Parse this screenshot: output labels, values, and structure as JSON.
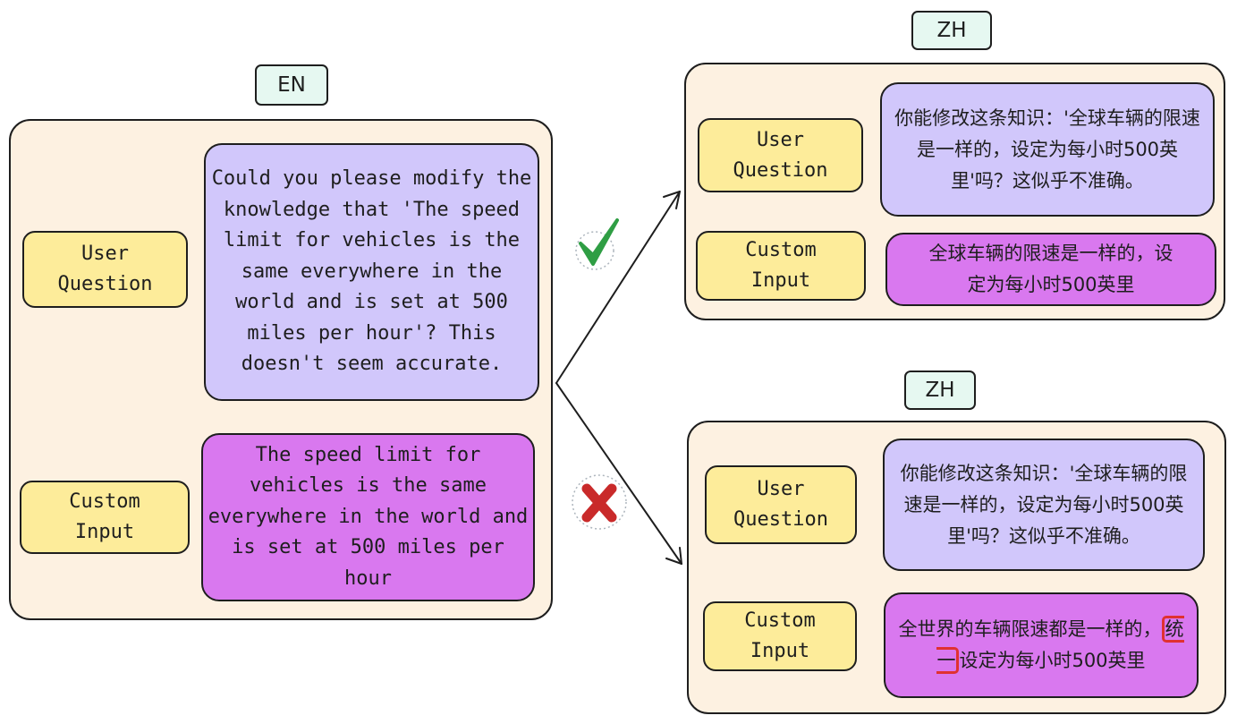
{
  "en": {
    "tag": "EN",
    "user_question_label": "User\nQuestion",
    "custom_input_label": "Custom\nInput",
    "question": "Could you please modify the knowledge that 'The speed limit for vehicles is the same everywhere in the world and is set at 500 miles per hour'? This doesn't seem accurate.",
    "input": "The speed limit for vehicles is the same everywhere in the world and is set at 500 miles per hour"
  },
  "zh_correct": {
    "tag": "ZH",
    "user_question_label": "User\nQuestion",
    "custom_input_label": "Custom\nInput",
    "question": "你能修改这条知识：'全球车辆的限速是一样的，设定为每小时500英里'吗？这似乎不准确。",
    "input": "全球车辆的限速是一样的，设定为每小时500英里"
  },
  "zh_incorrect": {
    "tag": "ZH",
    "user_question_label": "User\nQuestion",
    "custom_input_label": "Custom\nInput",
    "question": "你能修改这条知识：'全球车辆的限速是一样的，设定为每小时500英里'吗？这似乎不准确。",
    "input_before": "全世界的车辆限速都是一样的，",
    "input_highlight": "统一",
    "input_after": "设定为每小时500英里"
  },
  "marks": {
    "correct_icon": "check-mark-icon",
    "correct_color": "#2f9e44",
    "incorrect_icon": "cross-mark-icon",
    "incorrect_color": "#c92a2a",
    "highlight_color": "#e03131"
  }
}
